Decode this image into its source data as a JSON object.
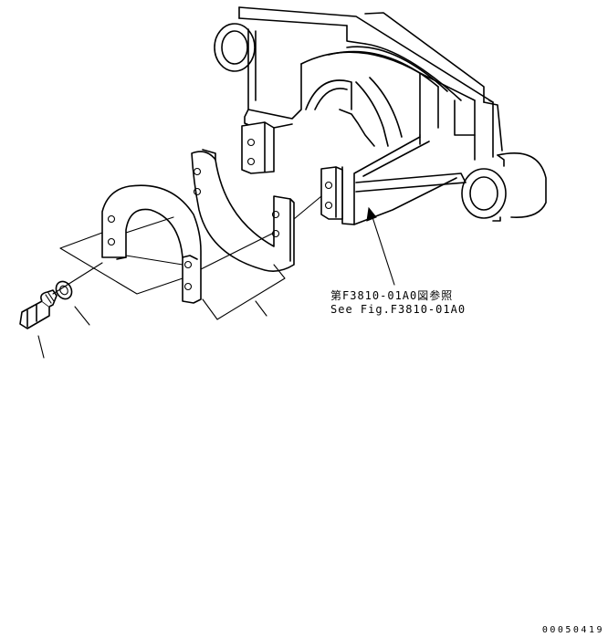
{
  "reference": {
    "japanese": "第F3810-01A0図参照",
    "english": "See Fig.F3810-01A0"
  },
  "document_id": "00050419",
  "parts": [
    {
      "name": "main-frame-bracket"
    },
    {
      "name": "half-clamp-plate-front"
    },
    {
      "name": "half-clamp-plate-rear"
    },
    {
      "name": "bolt"
    },
    {
      "name": "washer"
    }
  ]
}
